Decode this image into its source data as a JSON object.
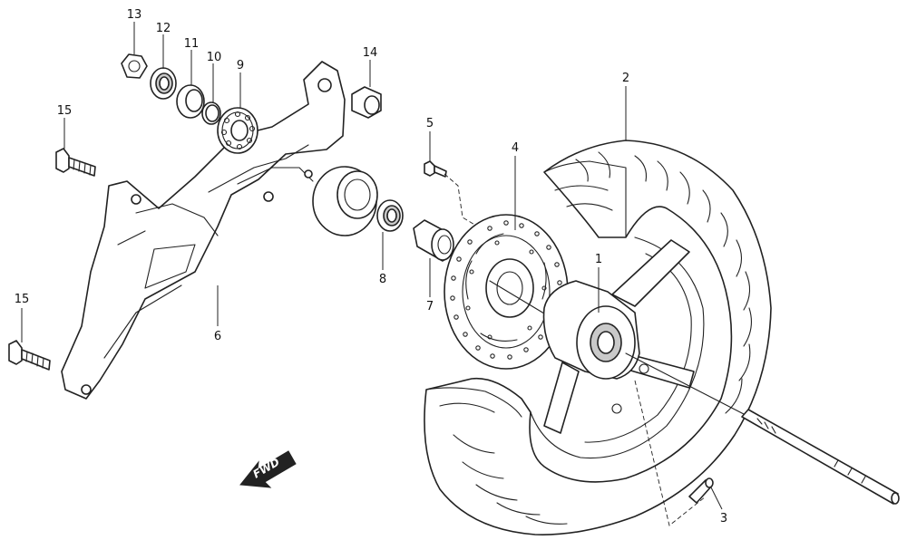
{
  "callouts": {
    "c1": "1",
    "c2": "2",
    "c3": "3",
    "c4": "4",
    "c5": "5",
    "c6": "6",
    "c7": "7",
    "c8": "8",
    "c9": "9",
    "c10": "10",
    "c11": "11",
    "c12": "12",
    "c13": "13",
    "c14": "14",
    "c15_upper": "15",
    "c15_lower": "15"
  },
  "fwd_arrow": {
    "label": "FWD"
  }
}
